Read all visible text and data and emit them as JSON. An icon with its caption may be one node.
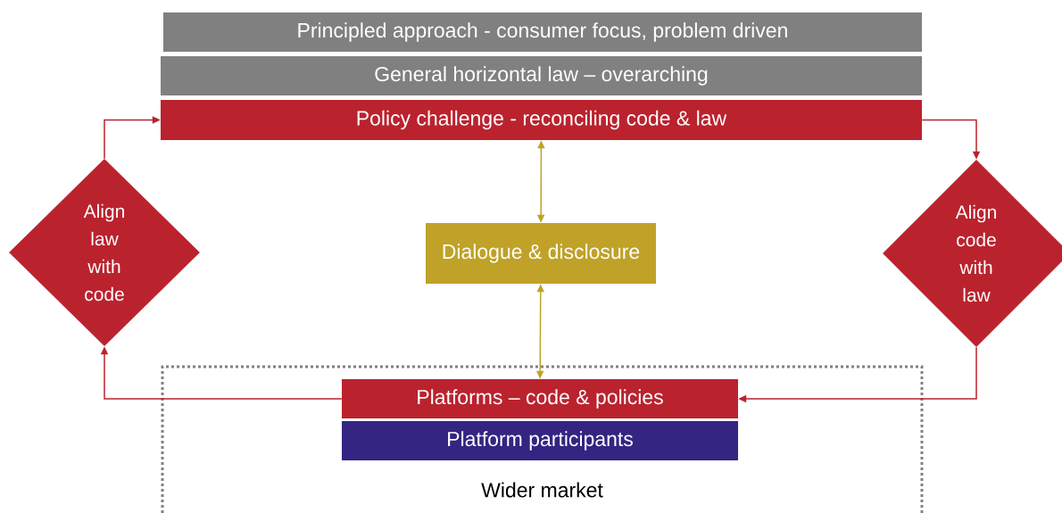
{
  "diagram": {
    "nodes": [
      {
        "text": [
          "Principled approach - consumer focus, problem driven"
        ]
      },
      {
        "text": [
          "General horizontal law – overarching"
        ]
      },
      {
        "text": [
          "Policy challenge - reconciling code & law"
        ]
      },
      {
        "text": [
          "Align law with code"
        ]
      },
      {
        "text": [
          "Dialogue & disclosure"
        ]
      },
      {
        "text": [
          "Align code with law"
        ]
      },
      {
        "text": [
          "Wider market"
        ]
      },
      {
        "text": [
          "Platforms – code & policies"
        ],
        "in": 6
      },
      {
        "text": [
          "Platform participants"
        ],
        "in": 6
      }
    ],
    "edges": [
      {
        "from": 3,
        "to": 2,
        "arrow": "to"
      },
      {
        "from": 2,
        "to": 5,
        "arrow": "to"
      },
      {
        "from": 5,
        "to": 7,
        "arrow": "to"
      },
      {
        "from": 7,
        "to": 3,
        "arrow": "to"
      },
      {
        "from": 2,
        "to": 4,
        "arrow": "both",
        "color": "#bfa227"
      },
      {
        "from": 4,
        "to": 7,
        "arrow": "both",
        "color": "#bfa227"
      }
    ]
  }
}
